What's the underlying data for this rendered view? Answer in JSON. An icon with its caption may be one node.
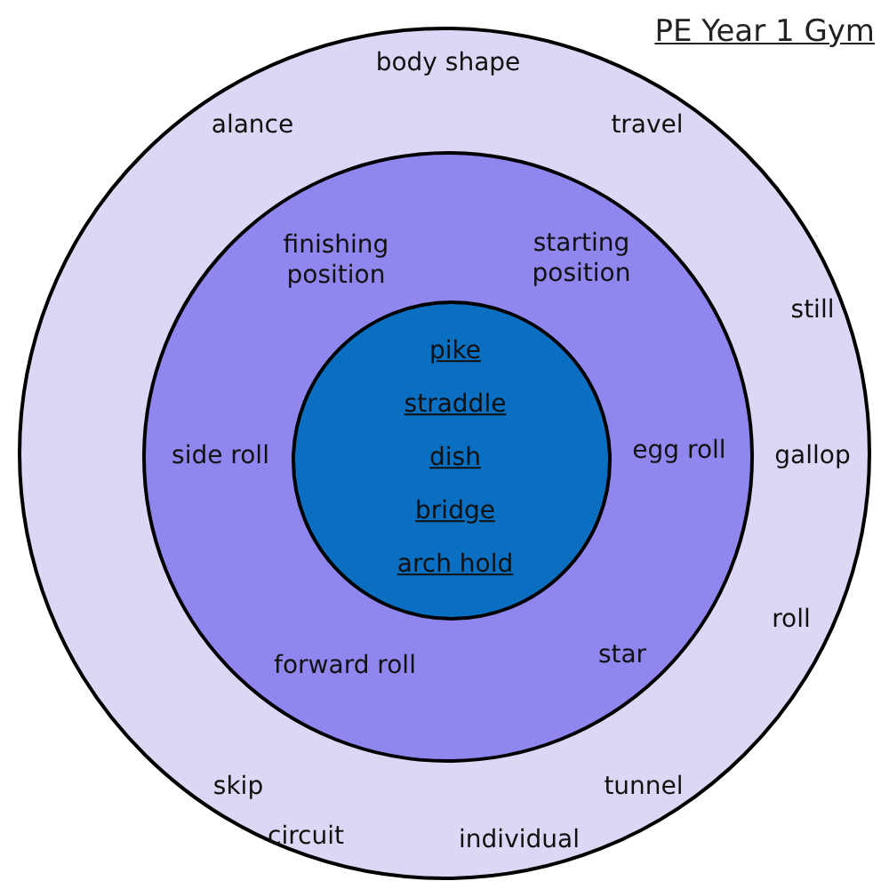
{
  "diagram": {
    "title": "PE Year 1 Gym",
    "nodes": [
      {
        "text": [
          "body shape",
          "alance",
          "travel",
          "still",
          "gallop",
          "roll",
          "skip",
          "tunnel",
          "circuit",
          "individual"
        ]
      },
      {
        "text": [
          "finishing position",
          "starting position",
          "side roll",
          "egg roll",
          "forward roll",
          "star"
        ],
        "in": 0
      },
      {
        "text": [
          "pike",
          "straddle",
          "dish",
          "bridge",
          "arch hold"
        ],
        "in": 1
      }
    ]
  }
}
